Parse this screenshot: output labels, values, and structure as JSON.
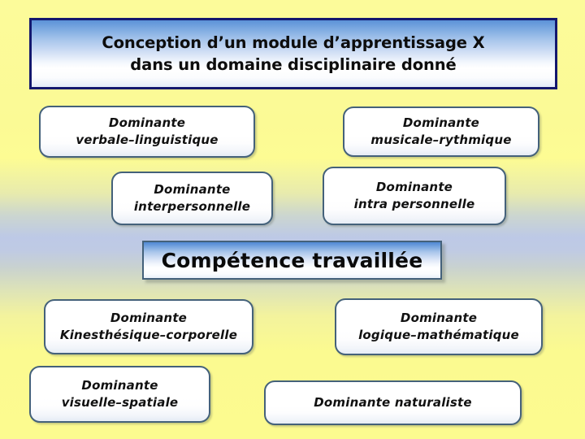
{
  "slide": {
    "title": {
      "line1": "Conception d’un module d’apprentissage X",
      "line2": "dans un domaine disciplinaire donné"
    },
    "center_banner": {
      "label": "Compétence travaillée"
    },
    "cards": [
      {
        "id": "verbale",
        "line1": "Dominante",
        "line2": "verbale–linguistique"
      },
      {
        "id": "musicale",
        "line1": "Dominante",
        "line2": "musicale–rythmique"
      },
      {
        "id": "interpersonnelle",
        "line1": "Dominante",
        "line2": "interpersonnelle"
      },
      {
        "id": "intra",
        "line1": "Dominante",
        "line2": "intra personnelle"
      },
      {
        "id": "kinesthesique",
        "line1": "Dominante",
        "line2": "Kinesthésique–corporelle"
      },
      {
        "id": "logique",
        "line1": "Dominante",
        "line2": "logique–mathématique"
      },
      {
        "id": "visuelle",
        "line1": "Dominante",
        "line2": "visuelle–spatiale"
      },
      {
        "id": "naturaliste",
        "line1": "Dominante naturaliste",
        "line2": ""
      }
    ],
    "colors": {
      "background_top": "#fcfb9a",
      "background_middle": "#bdc9e6",
      "background_bottom": "#fcfb8f",
      "title_border": "#14186e",
      "title_gradient_top": "#5b92d8",
      "card_border": "#44617a",
      "card_fill": "#ffffff",
      "banner_gradient_top": "#4f88d4",
      "text_color": "#111111"
    }
  }
}
